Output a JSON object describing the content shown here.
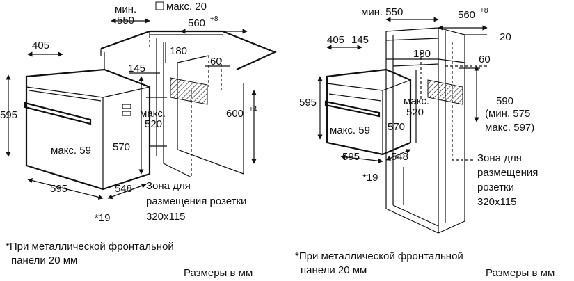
{
  "left": {
    "min_label": "мин.",
    "d550": "550",
    "max20": "макс. 20",
    "d560": "560",
    "d560_sup": "+8",
    "d405": "405",
    "d180": "180",
    "d145": "145",
    "d60": "60",
    "d595_v": "595",
    "max520_label": "макс.",
    "d520": "520",
    "d600": "600",
    "d600_sup": "+4",
    "d570": "570",
    "max59": "макс. 59",
    "d595_h": "595",
    "d548": "548",
    "star19": "*19",
    "zone_line1": "Зона для",
    "zone_line2": "размещения розетки",
    "zone_line3": "320x115",
    "note_line1": "*При металлической фронтальной",
    "note_line2": "панели 20 мм",
    "units": "Размеры в мм"
  },
  "right": {
    "min550": "мин. 550",
    "d560": "560",
    "d560_sup": "+8",
    "d20": "20",
    "d405": "405",
    "d145": "145",
    "d180": "180",
    "d60": "60",
    "d595_v": "595",
    "max520_label": "макс.",
    "d520": "520",
    "d590": "590",
    "min575": "(мин. 575",
    "max597": "макс. 597)",
    "max59": "макс. 59",
    "d570": "570",
    "d595_h": "595",
    "d548": "548",
    "star19": "*19",
    "zone_line1": "Зона для",
    "zone_line2": "размещения",
    "zone_line3": "розетки",
    "zone_line4": "320x115",
    "note_line1": "*При металлической фронтальной",
    "note_line2": "панели 20 мм",
    "units": "Размеры в мм"
  }
}
